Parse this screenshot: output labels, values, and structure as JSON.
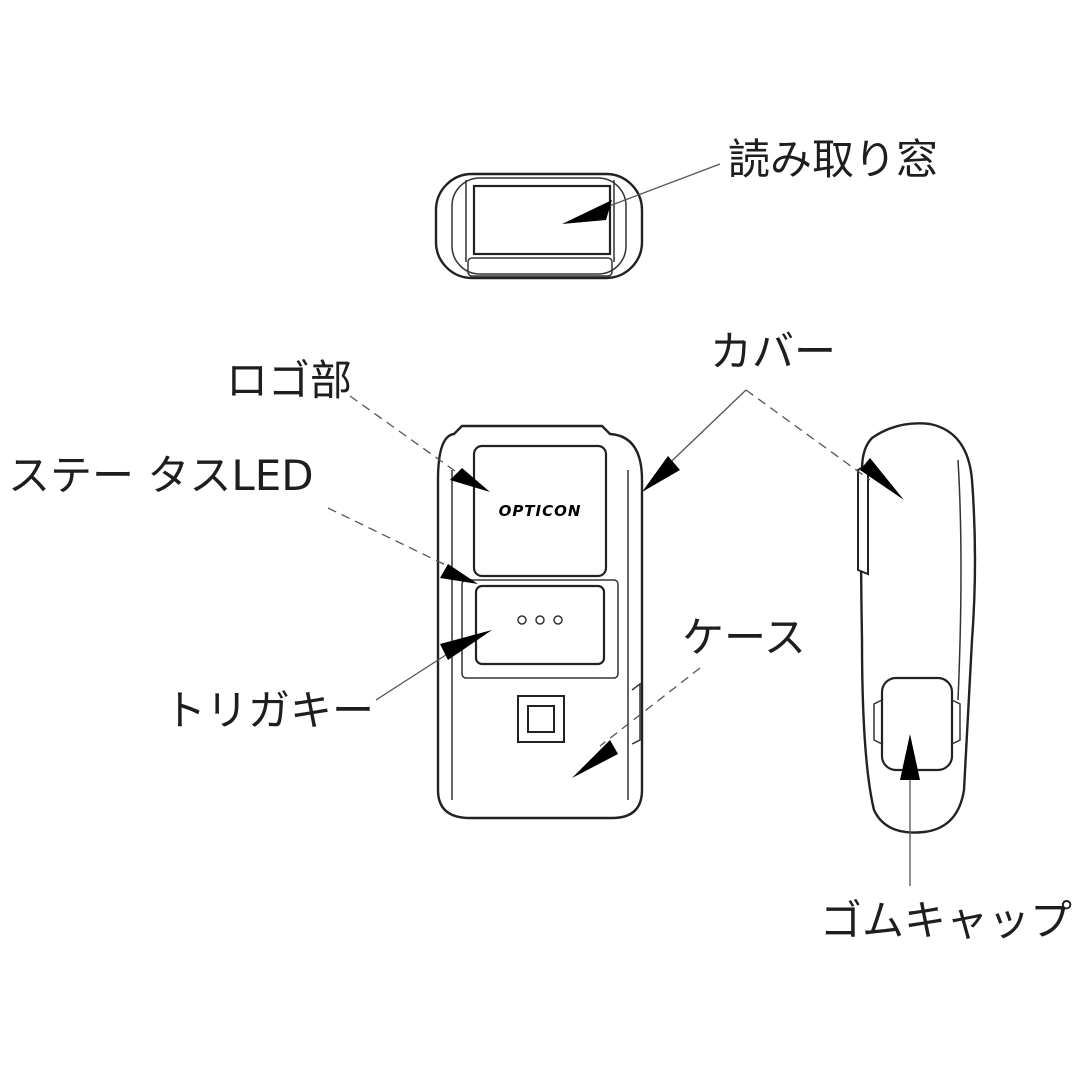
{
  "labels": {
    "reading_window": "読み取り窓",
    "logo_area": "ロゴ部",
    "status_led": "ステー タスLED",
    "cover": "カバー",
    "case": "ケース",
    "trigger_key": "トリガキー",
    "rubber_cap": "ゴムキャップ"
  },
  "device": {
    "logo": "OPTICON"
  },
  "colors": {
    "line": "#222222",
    "text": "#1e1e1e",
    "arrow": "#000000",
    "background": "#ffffff"
  }
}
